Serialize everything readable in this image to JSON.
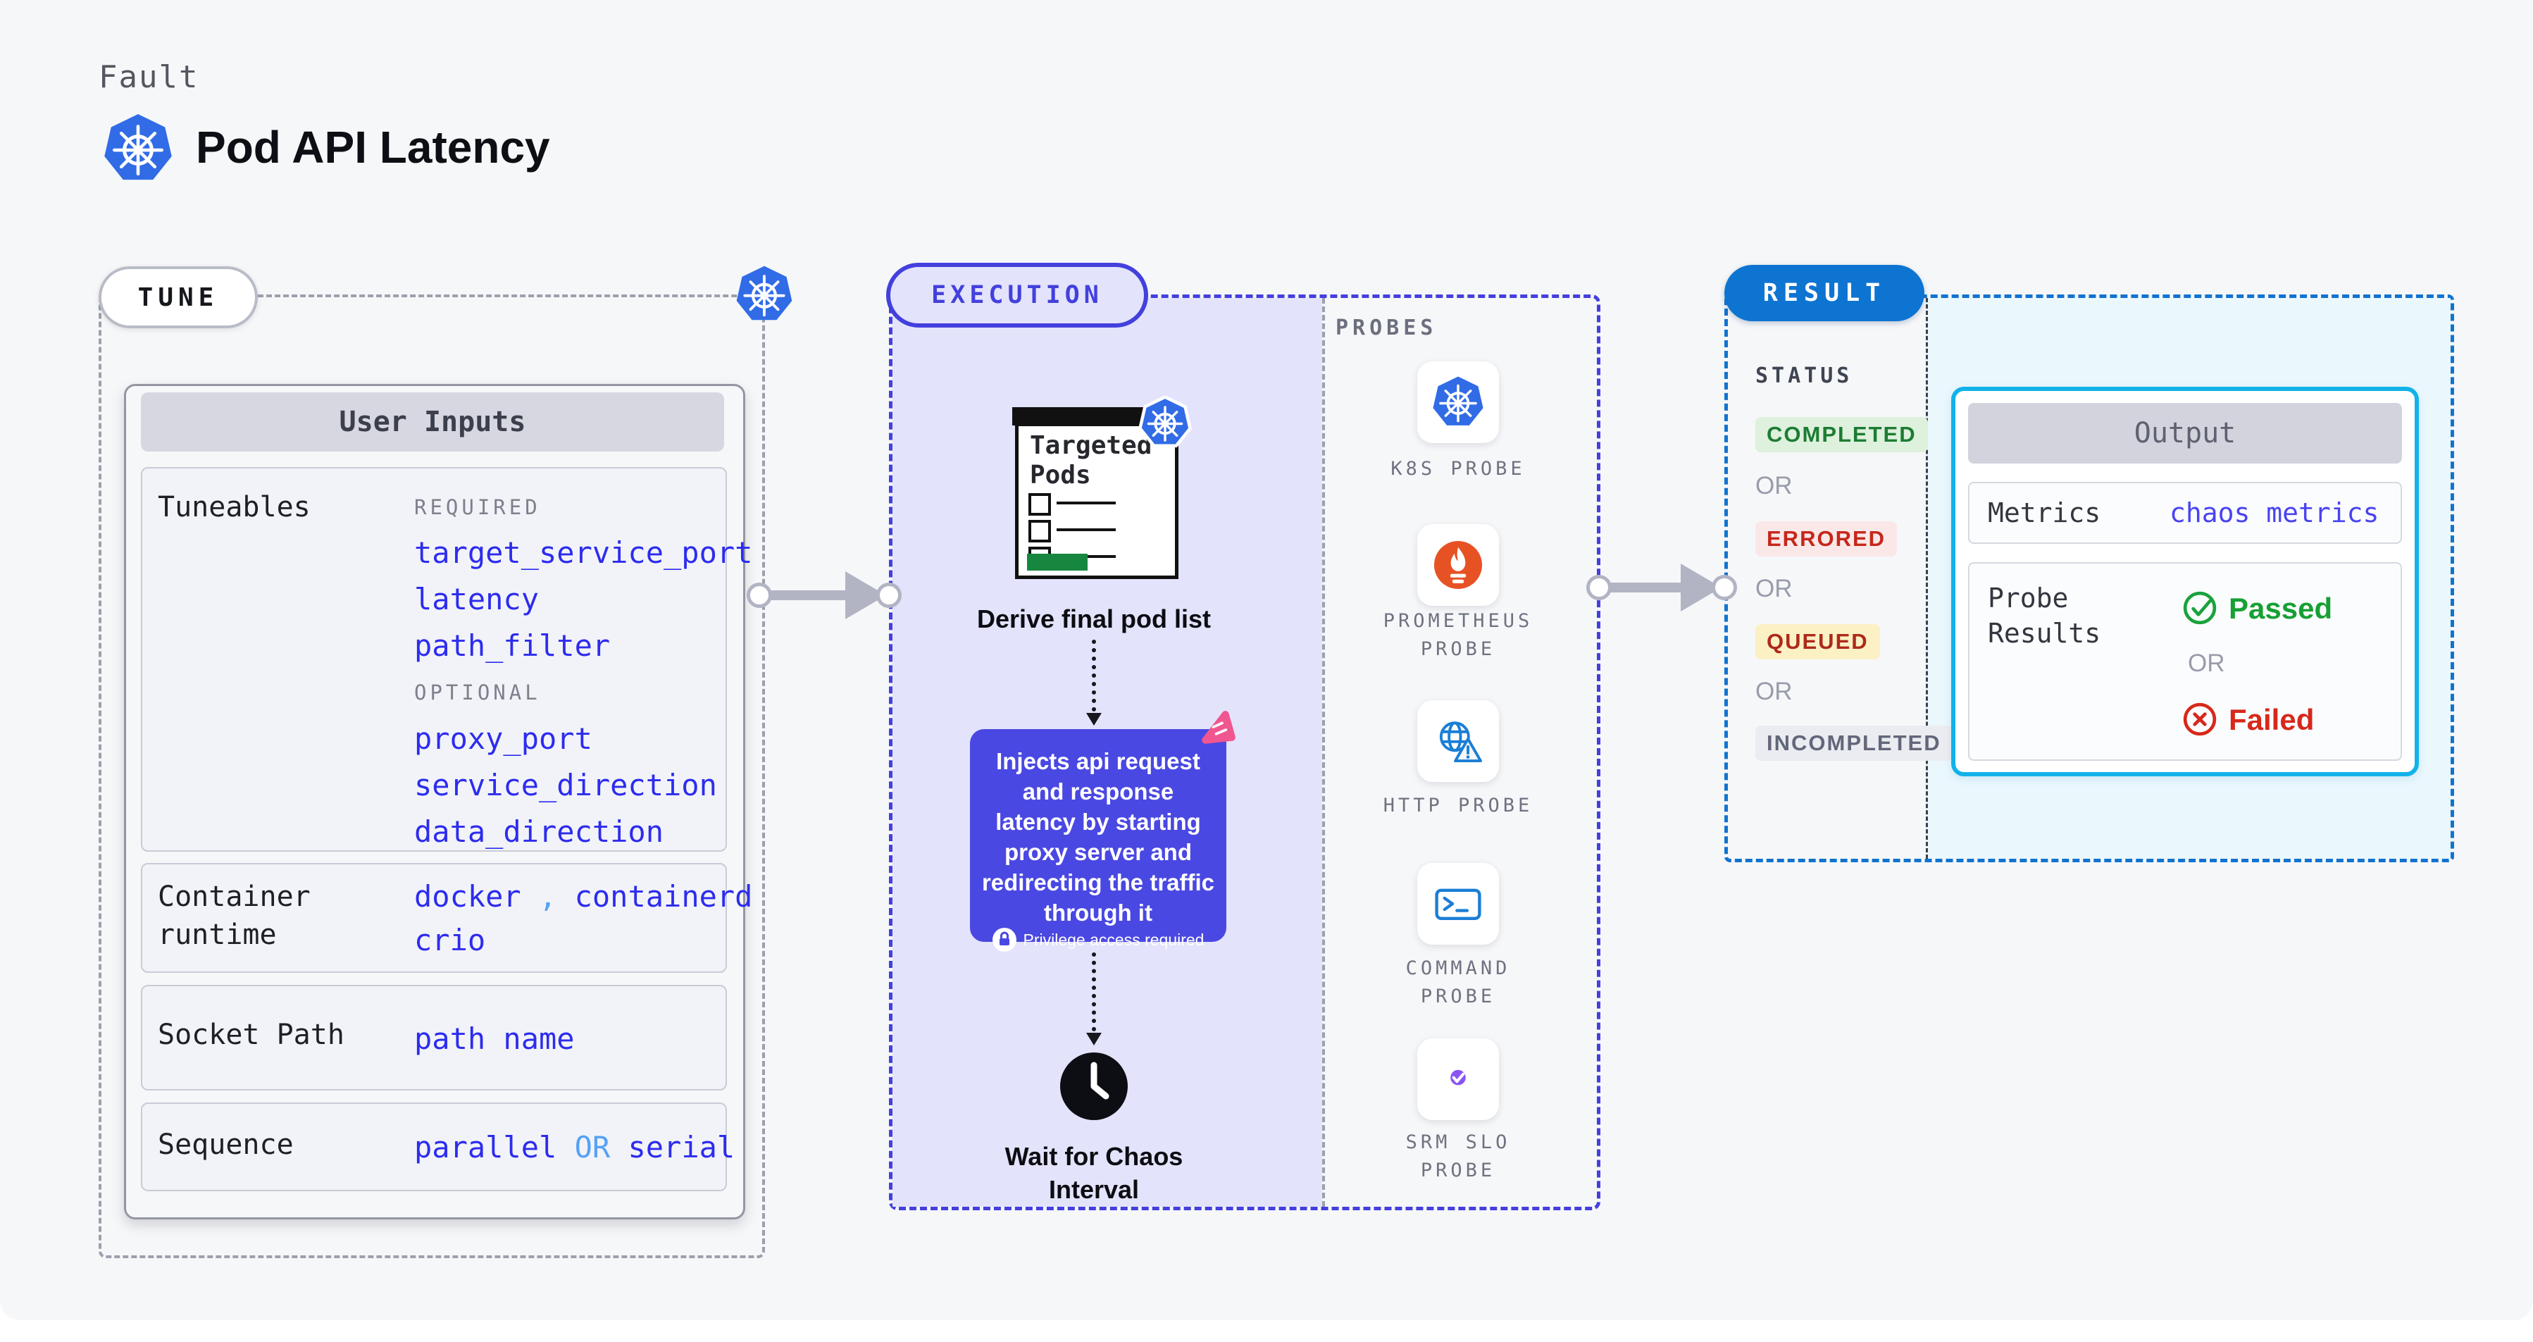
{
  "header": {
    "kicker": "Fault",
    "title": "Pod API Latency"
  },
  "tune": {
    "pill_label": "TUNE",
    "card": {
      "title": "User Inputs",
      "tuneables": {
        "label": "Tuneables",
        "required_heading": "REQUIRED",
        "required_items": [
          "target_service_port",
          "latency",
          "path_filter"
        ],
        "optional_heading": "OPTIONAL",
        "optional_items": [
          "proxy_port",
          "service_direction",
          "data_direction"
        ]
      },
      "container_runtime": {
        "label": "Container\nruntime",
        "value_a": "docker",
        "separator": ",",
        "value_b": "containerd",
        "value_c": "crio"
      },
      "socket_path": {
        "label": "Socket Path",
        "value": "path name"
      },
      "sequence": {
        "label": "Sequence",
        "value_a": "parallel",
        "or": "OR",
        "value_b": "serial"
      }
    }
  },
  "execution": {
    "pill_label": "EXECUTION",
    "targeted_pods_title": "Targeted\nPods",
    "derive_step_label": "Derive final pod list",
    "inject_step": {
      "text": "Injects api request and response latency by starting proxy server and redirecting the traffic through it",
      "privilege_note": "Privilege access required"
    },
    "wait_step_label": "Wait for Chaos\nInterval"
  },
  "probes": {
    "heading": "PROBES",
    "items": [
      {
        "label": "K8S PROBE",
        "icon": "kubernetes-icon"
      },
      {
        "label": "PROMETHEUS\nPROBE",
        "icon": "prometheus-icon"
      },
      {
        "label": "HTTP PROBE",
        "icon": "http-globe-warning-icon"
      },
      {
        "label": "COMMAND\nPROBE",
        "icon": "terminal-icon"
      },
      {
        "label": "SRM SLO\nPROBE",
        "icon": "slo-pie-check-icon"
      }
    ]
  },
  "result": {
    "pill_label": "RESULT",
    "status_heading": "STATUS",
    "or_label": "OR",
    "statuses": [
      {
        "label": "COMPLETED",
        "text_color": "#1d7c33",
        "bg_color": "#ddf1dd"
      },
      {
        "label": "ERRORED",
        "text_color": "#c5271b",
        "bg_color": "#fae8e8"
      },
      {
        "label": "QUEUED",
        "text_color": "#ad2a1a",
        "bg_color": "#fcf0c5"
      },
      {
        "label": "INCOMPLETED",
        "text_color": "#63677a",
        "bg_color": "#ebecf1"
      }
    ],
    "output": {
      "title": "Output",
      "metrics_label": "Metrics",
      "metrics_value": "chaos metrics",
      "probe_results_label": "Probe\nResults",
      "passed_label": "Passed",
      "or_label": "OR",
      "failed_label": "Failed"
    }
  },
  "colors": {
    "kubernetes_blue": "#316ce6",
    "execution_indigo": "#4340dd",
    "inject_bg": "#4a48e2",
    "result_blue": "#0e74d1",
    "output_border": "#12b2e9",
    "value_blue": "#2d2cee",
    "value_light_blue": "#55a2f7",
    "passed_green": "#17a034",
    "failed_red": "#d7281a",
    "prometheus_orange": "#e75225",
    "chaos_pink": "#f0568f"
  }
}
